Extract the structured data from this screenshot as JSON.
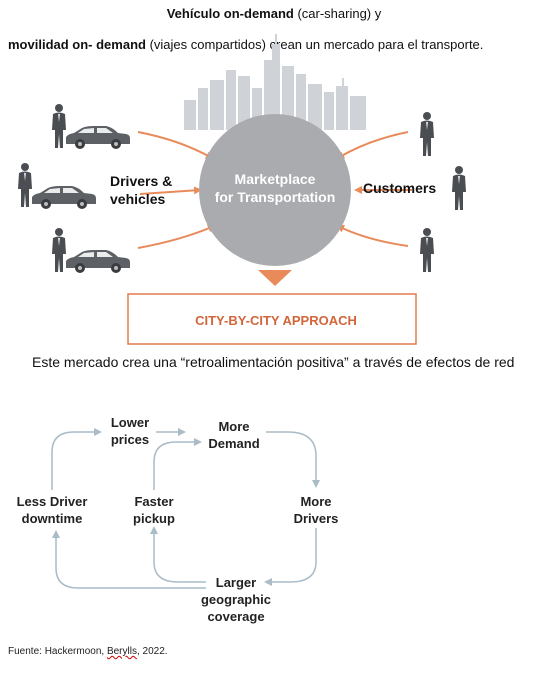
{
  "intro": {
    "line1_bold": "Vehículo on-demand",
    "line1_rest": " (car-sharing) y",
    "line2_bold": "movilidad on- demand",
    "line2_rest": " (viajes compartidos) crean un mercado para el transporte."
  },
  "marketplace": {
    "center_line1": "Marketplace",
    "center_line2": "for Transportation",
    "left_line1": "Drivers &",
    "left_line2": "vehicles",
    "right_label": "Customers",
    "approach_box": "CITY-BY-CITY APPROACH"
  },
  "caption": "Este mercado crea una “retroalimentación positiva” a través de efectos de red",
  "cycle": {
    "lower_prices_1": "Lower",
    "lower_prices_2": "prices",
    "more_demand_1": "More",
    "more_demand_2": "Demand",
    "less_downtime_1": "Less Driver",
    "less_downtime_2": "downtime",
    "faster_pickup_1": "Faster",
    "faster_pickup_2": "pickup",
    "more_drivers_1": "More",
    "more_drivers_2": "Drivers",
    "coverage_1": "Larger",
    "coverage_2": "geographic",
    "coverage_3": "coverage"
  },
  "source": {
    "prefix": "Fuente: Hackermoon, ",
    "flagged_word": "Berylls",
    "suffix": ", 2022."
  },
  "colors": {
    "circle": "#a9abae",
    "skyline": "#cfd2d6",
    "arrow_orange": "#e88a5a",
    "box_border": "#e07b4f",
    "box_text": "#d2663b",
    "cycle_arrow": "#a9bcc7",
    "car": "#5d6166",
    "person": "#4a4d52"
  }
}
